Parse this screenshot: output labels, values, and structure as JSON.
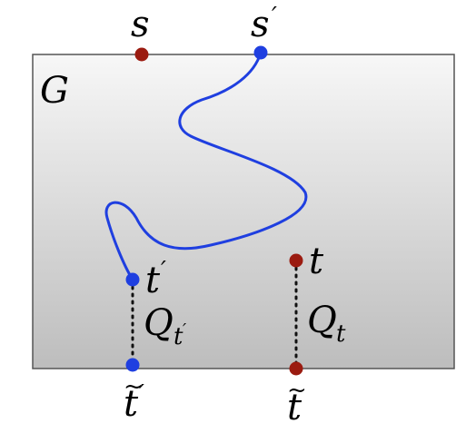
{
  "graph": {
    "label": "G",
    "fill_top": "#f7f7f7",
    "fill_bottom": "#bdbdbd",
    "border": "#555555"
  },
  "colors": {
    "red_vertex": "#9b1b10",
    "blue_vertex": "#1f3fe0",
    "path": "#1f3fe0",
    "dotted": "#111111"
  },
  "labels": {
    "s": "s",
    "s_prime_base": "s",
    "prime": "′",
    "t": "t",
    "t_prime_base": "t",
    "t_tilde_base": "t",
    "tilde": "~",
    "q_base": "Q",
    "q_t_sub": "t",
    "q_tprime_sub": "t",
    "q_tprime_subprime": "′"
  }
}
